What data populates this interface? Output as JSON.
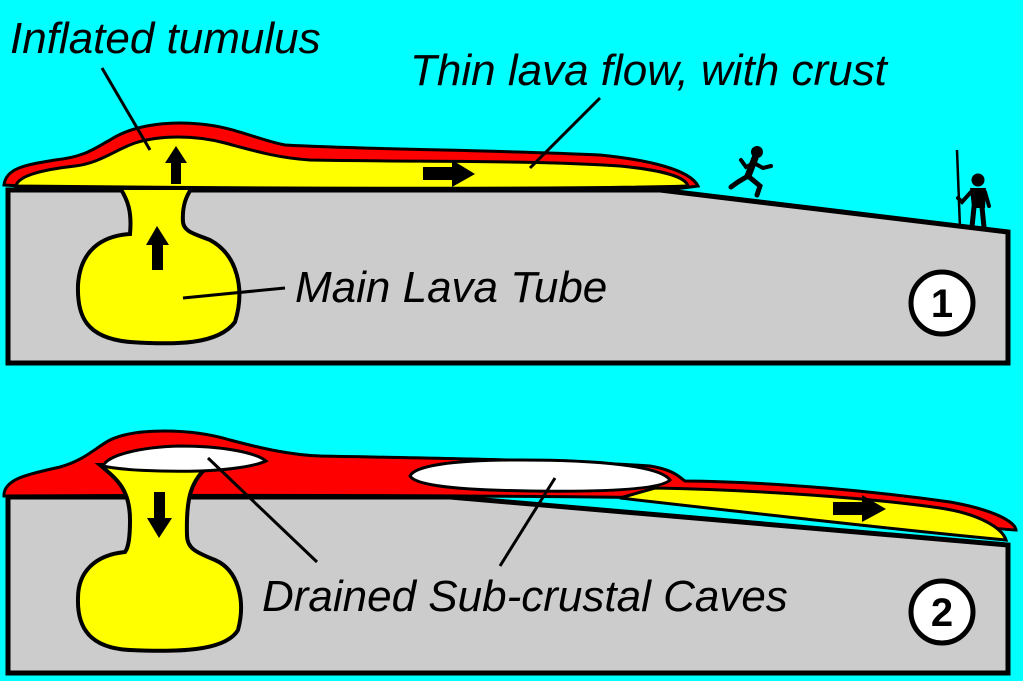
{
  "colors": {
    "background": "#00ffff",
    "rock": "#cccccc",
    "lava": "#ffff00",
    "crust": "#ff0000",
    "cave": "#ffffff",
    "outline": "#000000"
  },
  "panel1": {
    "step_number": "1",
    "labels": {
      "tumulus": "Inflated tumulus",
      "thin_flow": "Thin lava flow, with crust",
      "main_tube": "Main Lava Tube"
    }
  },
  "panel2": {
    "step_number": "2",
    "labels": {
      "caves": "Drained Sub-crustal Caves"
    }
  }
}
